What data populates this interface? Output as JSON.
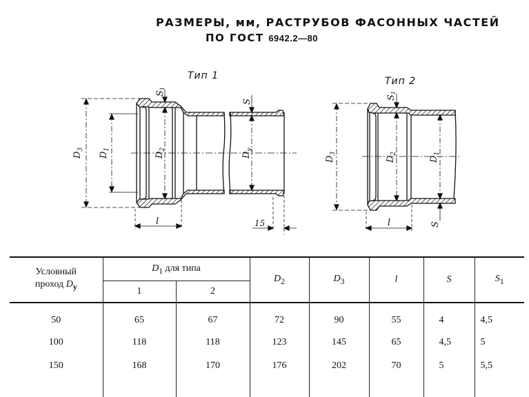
{
  "title": {
    "line1": "РАЗМЕРЫ, мм, РАСТРУБОВ ФАСОННЫХ ЧАСТЕЙ",
    "line2_prefix": "ПО ГОСТ",
    "line2_number": "6942.2—80"
  },
  "figures": [
    {
      "label": "Тип 1",
      "dimension_labels": [
        "D3",
        "D1",
        "D2",
        "Dy",
        "S1",
        "S",
        "l",
        "15"
      ]
    },
    {
      "label": "Тип 2",
      "dimension_labels": [
        "D3",
        "D2",
        "D1",
        "S1",
        "S",
        "l"
      ]
    }
  ],
  "table": {
    "headers": {
      "nominal_line1": "Условный",
      "nominal_line2": "проход",
      "nominal_symbol": "D",
      "nominal_sub": "у",
      "d1_group_symbol": "D",
      "d1_group_sub": "1",
      "d1_group_text": "для типа",
      "d1_type1": "1",
      "d1_type2": "2",
      "d2": "D",
      "d2_sub": "2",
      "d3": "D",
      "d3_sub": "3",
      "l": "l",
      "s": "S",
      "s1": "S",
      "s1_sub": "1"
    },
    "rows": [
      {
        "dy": "50",
        "d1_t1": "65",
        "d1_t2": "67",
        "d2": "72",
        "d3": "90",
        "l": "55",
        "s": "4",
        "s1": "4,5"
      },
      {
        "dy": "100",
        "d1_t1": "118",
        "d1_t2": "118",
        "d2": "123",
        "d3": "145",
        "l": "65",
        "s": "4,5",
        "s1": "5"
      },
      {
        "dy": "150",
        "d1_t1": "168",
        "d1_t2": "170",
        "d2": "176",
        "d3": "202",
        "l": "70",
        "s": "5",
        "s1": "5,5"
      }
    ]
  }
}
